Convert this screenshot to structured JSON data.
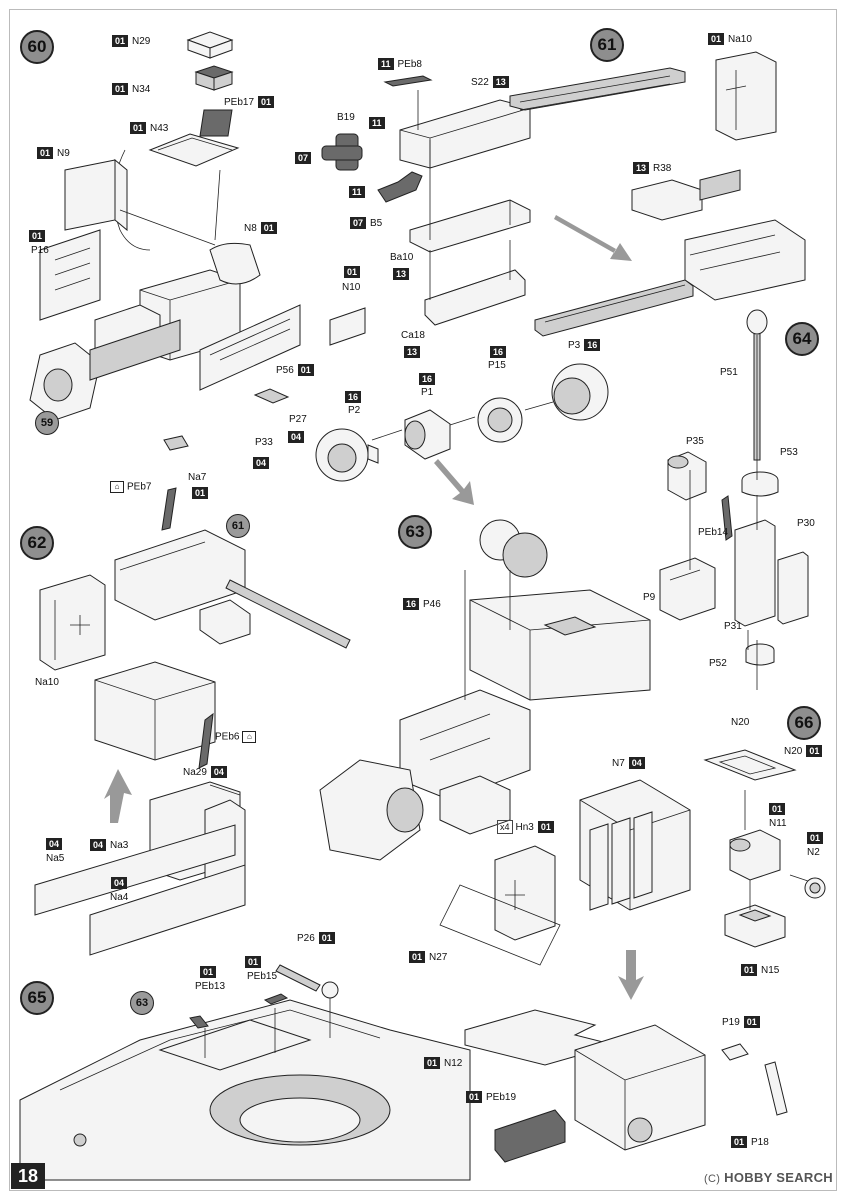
{
  "page_number": "18",
  "watermark": {
    "copyright": "(C)",
    "brand": "HOBBY SEARCH"
  },
  "steps": {
    "s60": "60",
    "s61": "61",
    "s62": "62",
    "s63": "63",
    "s64": "64",
    "s65": "65",
    "s66": "66"
  },
  "refs": {
    "r59": "59",
    "r61": "61",
    "r63": "63"
  },
  "labels": {
    "N29": {
      "num": "01",
      "part": "N29"
    },
    "N34": {
      "num": "01",
      "part": "N34"
    },
    "PEb17": {
      "num": "01",
      "part": "PEb17"
    },
    "N43": {
      "num": "01",
      "part": "N43"
    },
    "N9": {
      "num": "01",
      "part": "N9"
    },
    "P16": {
      "num": "01",
      "part": "P16"
    },
    "N8": {
      "num": "01",
      "part": "N8"
    },
    "N10": {
      "num": "01",
      "part": "N10"
    },
    "P56": {
      "num": "01",
      "part": "P56"
    },
    "P27": {
      "part": "P27"
    },
    "P33": {
      "num": "04",
      "part": "P33"
    },
    "PEb8": {
      "num": "11",
      "part": "PEb8"
    },
    "S22": {
      "num": "13",
      "part": "S22"
    },
    "B19": {
      "num": "11",
      "part": "B19"
    },
    "B19_07": {
      "num": "07"
    },
    "B5": {
      "num": "07",
      "part": "B5"
    },
    "B5_11": {
      "num": "11"
    },
    "Ba10": {
      "num": "13",
      "part": "Ba10"
    },
    "Ca18": {
      "num": "13",
      "part": "Ca18"
    },
    "Na10_top": {
      "num": "01",
      "part": "Na10"
    },
    "R38": {
      "num": "13",
      "part": "R38"
    },
    "P2": {
      "num": "16",
      "part": "P2"
    },
    "P1": {
      "num": "16",
      "part": "P1"
    },
    "P15": {
      "num": "16",
      "part": "P15"
    },
    "P3": {
      "num": "16",
      "part": "P3"
    },
    "Na7": {
      "num": "01",
      "part": "Na7"
    },
    "PEb7": {
      "part": "PEb7"
    },
    "Na10_62": {
      "part": "Na10"
    },
    "PEb6": {
      "part": "PEb6"
    },
    "Na29": {
      "num": "04",
      "part": "Na29"
    },
    "Na3": {
      "num": "04",
      "part": "Na3"
    },
    "Na5": {
      "num": "04",
      "part": "Na5"
    },
    "Na4": {
      "num": "04",
      "part": "Na4"
    },
    "P46": {
      "num": "16",
      "part": "P46"
    },
    "P51": {
      "part": "P51"
    },
    "P35": {
      "part": "P35"
    },
    "P53": {
      "part": "P53"
    },
    "PEb14": {
      "part": "PEb14"
    },
    "P30": {
      "part": "P30"
    },
    "P9": {
      "part": "P9"
    },
    "P31": {
      "part": "P31"
    },
    "P52": {
      "part": "P52"
    },
    "N20_lower": {
      "part": "N20"
    },
    "N20": {
      "num": "01",
      "part": "N20"
    },
    "N7": {
      "num": "04",
      "part": "N7"
    },
    "N11": {
      "num": "01",
      "part": "N11"
    },
    "N2": {
      "num": "01",
      "part": "N2"
    },
    "Hn3": {
      "mult": "x4",
      "num": "01",
      "part": "Hn3"
    },
    "N27": {
      "num": "01",
      "part": "N27"
    },
    "N15": {
      "num": "01",
      "part": "N15"
    },
    "P26": {
      "num": "01",
      "part": "P26"
    },
    "PEb13": {
      "num": "01",
      "part": "PEb13"
    },
    "PEb15": {
      "num": "01",
      "part": "PEb15"
    },
    "N12": {
      "num": "01",
      "part": "N12"
    },
    "PEb19": {
      "num": "01",
      "part": "PEb19"
    },
    "P19": {
      "num": "01",
      "part": "P19"
    },
    "P18": {
      "num": "01",
      "part": "P18"
    }
  }
}
